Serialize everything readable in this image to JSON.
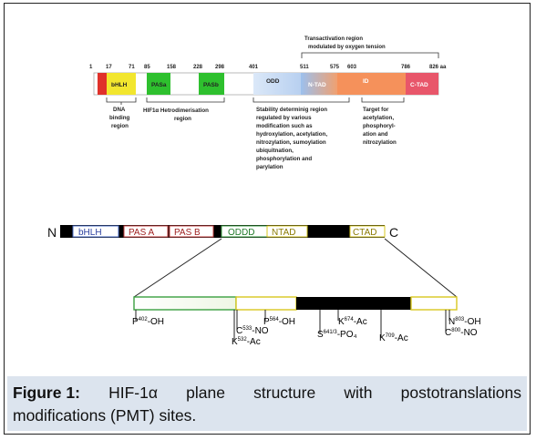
{
  "top_diagram": {
    "positions": [
      "1",
      "17",
      "71",
      "85",
      "158",
      "228",
      "298",
      "401",
      "511",
      "575",
      "603",
      "786",
      "826 aa"
    ],
    "domains": [
      "bHLH",
      "PASa",
      "PASb",
      "ODD",
      "N-TAD",
      "ID",
      "C-TAD"
    ],
    "transactivation_label": [
      "Transactivation region",
      "modulated by oxygen tension"
    ],
    "dna_binding_label": [
      "DNA",
      "binding",
      "region"
    ],
    "heterodim_label": [
      "HIF1α Hetrodimerisation",
      "region"
    ],
    "stability_label": [
      "Stability determinig region",
      "regulated by various",
      "modification such as",
      "hydroxylation, acetylation,",
      "nitrozylation, sumoylation",
      "ubiquitnation,",
      "phosphorylation and",
      "parylation"
    ],
    "target_label": [
      "Target for",
      "acetylation,",
      "phosphoryl-",
      "ation and",
      "nitrozylation"
    ]
  },
  "middle_diagram": {
    "n_terminal": "N",
    "c_terminal": "C",
    "domains": [
      "bHLH",
      "PAS A",
      "PAS B",
      "ODDD",
      "NTAD",
      "CTAD"
    ]
  },
  "bottom_diagram": {
    "sites": [
      {
        "pre": "P",
        "sup": "402",
        "post": "-OH"
      },
      {
        "pre": "C",
        "sup": "533",
        "post": "-NO"
      },
      {
        "pre": "K",
        "sup": "532",
        "post": "-Ac"
      },
      {
        "pre": "P",
        "sup": "564",
        "post": "-OH"
      },
      {
        "pre": "S",
        "sup": "641/3",
        "post": "-PO₄"
      },
      {
        "pre": "K",
        "sup": "674",
        "post": "-Ac"
      },
      {
        "pre": "K",
        "sup": "709",
        "post": "-Ac"
      },
      {
        "pre": "N",
        "sup": "803",
        "post": "-OH"
      },
      {
        "pre": "C",
        "sup": "800",
        "post": "-NO"
      }
    ]
  },
  "caption": {
    "label": "Figure 1:",
    "words": [
      "HIF-1α",
      "plane",
      "structure",
      "with",
      "postotranslations"
    ],
    "line2": "modifications (PMT) sites."
  },
  "colors": {
    "red": "#e0312a",
    "yellow": "#f2e62e",
    "green": "#2ec02e",
    "odd_blue": "#c8dcf5",
    "ntad_blue": "#8eb6ea",
    "orange": "#f5915b",
    "ctad_red": "#e8566a"
  }
}
